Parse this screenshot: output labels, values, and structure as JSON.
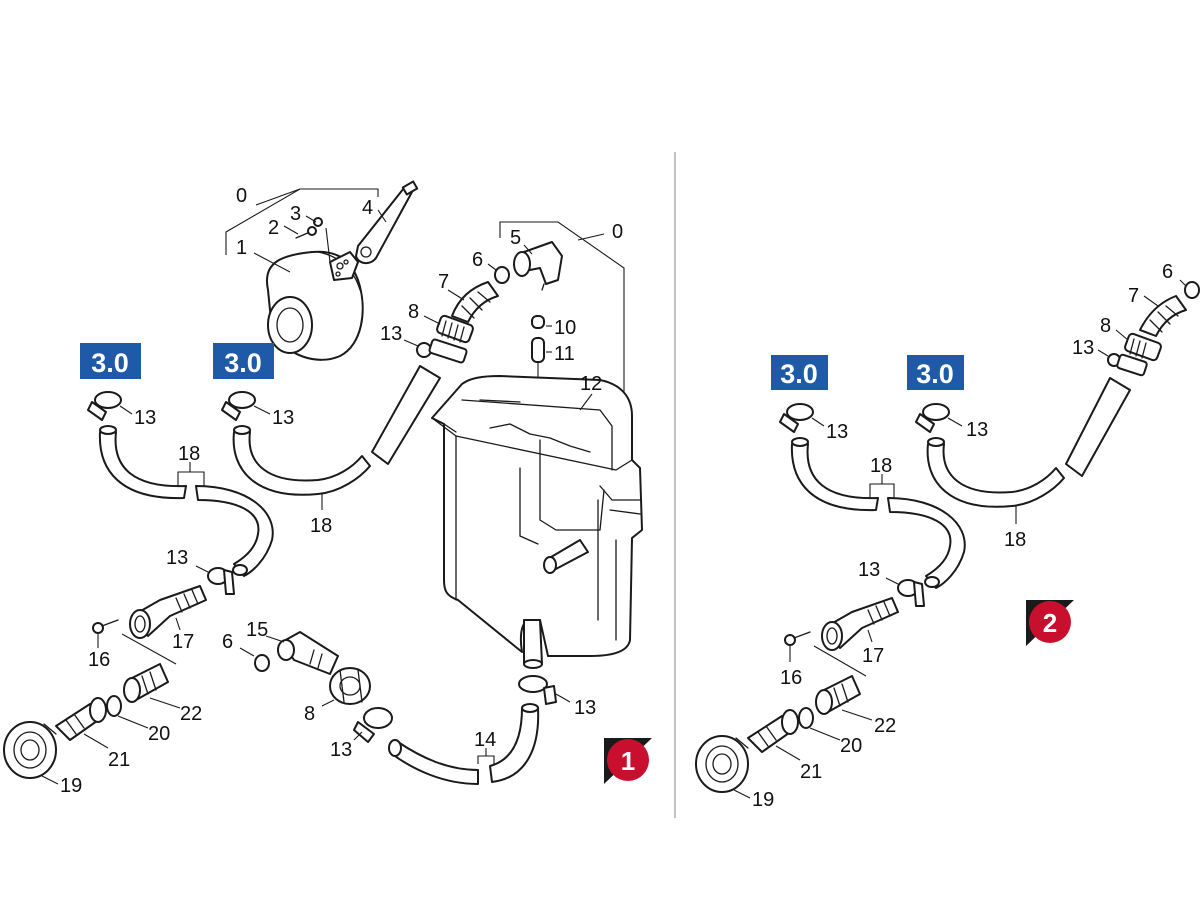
{
  "badges": {
    "left_a": "3.0",
    "left_b": "3.0",
    "right_a": "3.0",
    "right_b": "3.0"
  },
  "markers": {
    "view1": "1",
    "view2": "2"
  },
  "colors": {
    "badge_blue": "#1e5aa8",
    "marker_red": "#c8102e",
    "line": "#1a1a1a",
    "divider": "#999999"
  },
  "labels": {
    "v1_0a": "0",
    "v1_1": "1",
    "v1_2": "2",
    "v1_3": "3",
    "v1_4": "4",
    "v1_0b": "0",
    "v1_5": "5",
    "v1_6a": "6",
    "v1_7": "7",
    "v1_8a": "8",
    "v1_10": "10",
    "v1_11": "11",
    "v1_12": "12",
    "v1_13a": "13",
    "v1_13b": "13",
    "v1_13c": "13",
    "v1_13d": "13",
    "v1_13e": "13",
    "v1_13f": "13",
    "v1_18a": "18",
    "v1_18b": "18",
    "v1_17": "17",
    "v1_16": "16",
    "v1_6b": "6",
    "v1_15": "15",
    "v1_8b": "8",
    "v1_22": "22",
    "v1_20": "20",
    "v1_21": "21",
    "v1_19": "19",
    "v1_14": "14",
    "v2_6": "6",
    "v2_7": "7",
    "v2_8": "8",
    "v2_13a": "13",
    "v2_13b": "13",
    "v2_13c": "13",
    "v2_13d": "13",
    "v2_18a": "18",
    "v2_18b": "18",
    "v2_17": "17",
    "v2_16": "16",
    "v2_22": "22",
    "v2_20": "20",
    "v2_21": "21",
    "v2_19": "19"
  }
}
